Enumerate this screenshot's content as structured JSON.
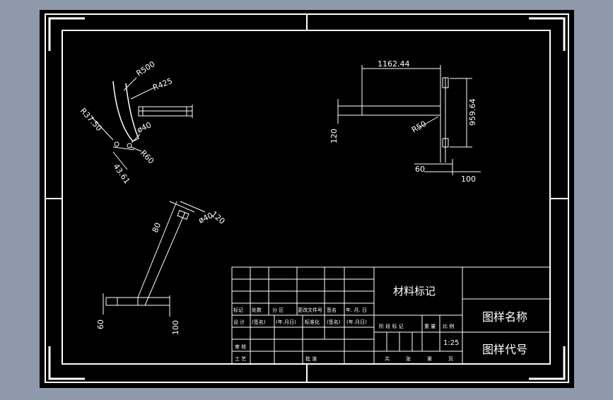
{
  "drawing": {
    "colors": {
      "background": "#8e9aab",
      "sheet": "#000000",
      "line": "#ffffff"
    },
    "view_top_left": {
      "dims": [
        "R500",
        "R425",
        "R37.50",
        "ø40",
        "R60",
        "43.61"
      ]
    },
    "view_top_right": {
      "dims": [
        "1162.44",
        "959.64",
        "120",
        "R50",
        "60",
        "100"
      ]
    },
    "view_bottom_left": {
      "dims": [
        "80",
        "ø40",
        "120",
        "60",
        "100"
      ]
    }
  },
  "title_block": {
    "material_mark": "材料标记",
    "drawing_name": "图样名称",
    "drawing_code": "图样代号",
    "scale": "1:25",
    "revision_headers": [
      "标记",
      "处数",
      "分 区",
      "更改文件号",
      "签名",
      "年. 月. 日"
    ],
    "design_row": [
      "设 计",
      "(签名)",
      "(年.月日)",
      "标准化",
      "(签名)",
      "(年.月日)"
    ],
    "stage_headers": [
      "阶 段 标 记",
      "重 量",
      "比 例"
    ],
    "review_label": "审 核",
    "process_label": "工 艺",
    "approve_label": "批 准",
    "sheet_footer": [
      "共",
      "张",
      "第",
      "页"
    ]
  }
}
